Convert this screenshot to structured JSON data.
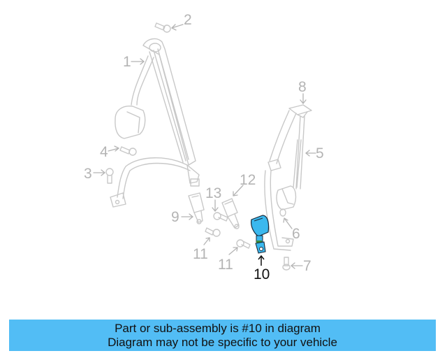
{
  "diagram": {
    "title": "Seat belt assembly diagram",
    "highlight_color": "#3bb8ee",
    "line_color": "#c8c8c8",
    "callouts": [
      {
        "id": "1",
        "label": "1"
      },
      {
        "id": "2",
        "label": "2"
      },
      {
        "id": "3",
        "label": "3"
      },
      {
        "id": "4",
        "label": "4"
      },
      {
        "id": "5",
        "label": "5"
      },
      {
        "id": "6",
        "label": "6"
      },
      {
        "id": "7",
        "label": "7"
      },
      {
        "id": "8",
        "label": "8"
      },
      {
        "id": "9",
        "label": "9"
      },
      {
        "id": "10",
        "label": "10",
        "active": true
      },
      {
        "id": "11a",
        "label": "11"
      },
      {
        "id": "11b",
        "label": "11"
      },
      {
        "id": "12",
        "label": "12"
      },
      {
        "id": "13",
        "label": "13"
      }
    ]
  },
  "banner": {
    "background": "#52bdf5",
    "line1": "Part or sub-assembly is #10 in diagram",
    "line2": "Diagram may not be specific to your vehicle"
  }
}
